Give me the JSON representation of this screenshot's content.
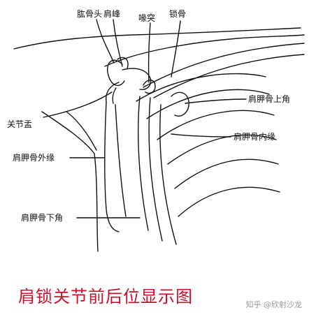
{
  "labels": {
    "humeral_head": "肱骨头",
    "acromion": "肩峰",
    "coracoid": "喙突",
    "clavicle": "锁骨",
    "glenoid": "关节盂",
    "superior_angle": "肩胛骨上角",
    "medial_border": "肩胛骨内缘",
    "lateral_border": "肩胛骨外缘",
    "inferior_angle": "肩胛骨下角"
  },
  "caption": "肩锁关节前后位显示图",
  "watermark": "知乎 @欣射沙龙",
  "colors": {
    "line": "#111111",
    "caption": "#c8102e",
    "watermark": "#9a9a9a"
  }
}
